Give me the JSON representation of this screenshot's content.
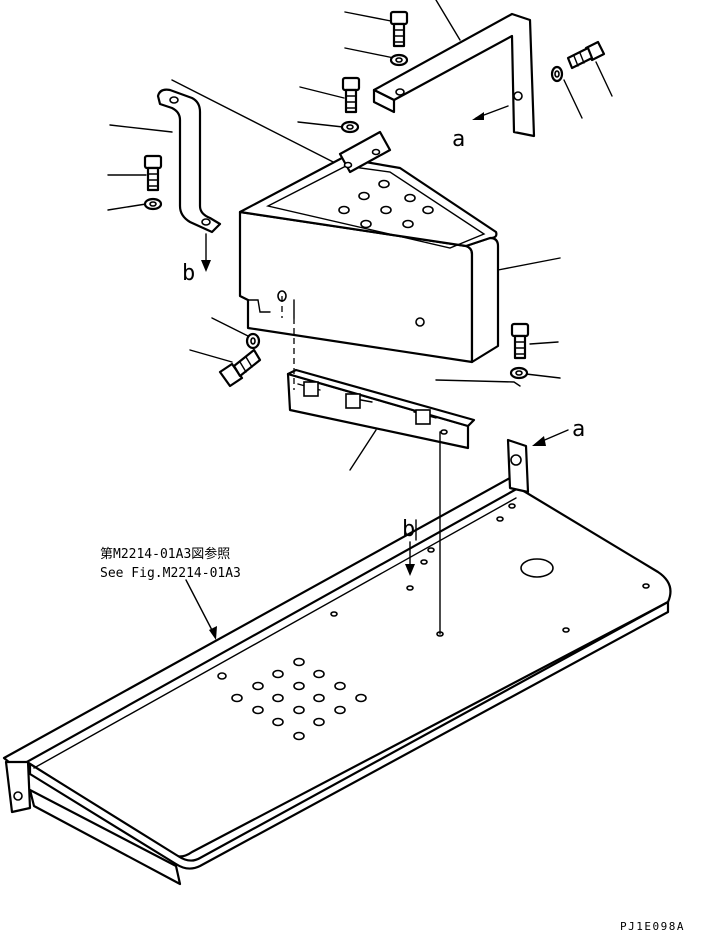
{
  "view_labels": {
    "a": "a",
    "b": "b"
  },
  "reference_note": {
    "japanese": "第M2214-01A3図参照",
    "english": "See Fig.M2214-01A3"
  },
  "drawing_code": "PJ1E098A"
}
